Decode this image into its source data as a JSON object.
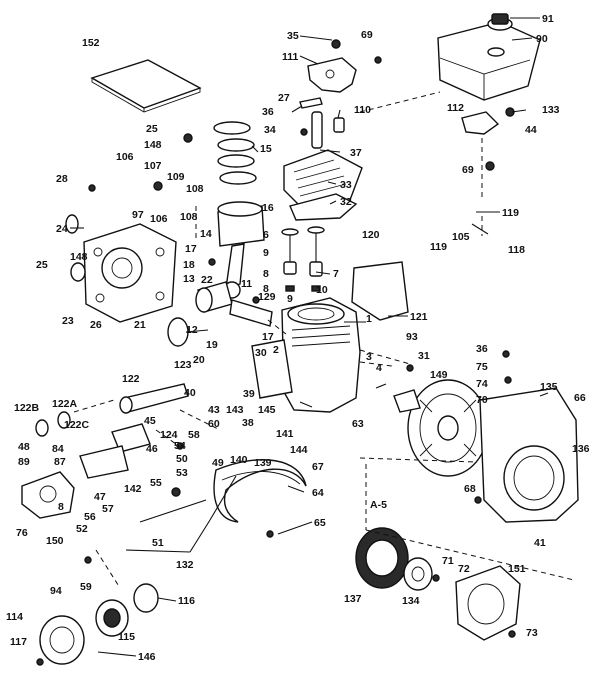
{
  "labels": [
    {
      "id": "l152",
      "text": "152"
    },
    {
      "id": "l35",
      "text": "35"
    },
    {
      "id": "l69a",
      "text": "69"
    },
    {
      "id": "l111",
      "text": "111"
    },
    {
      "id": "l91",
      "text": "91"
    },
    {
      "id": "l90",
      "text": "90"
    },
    {
      "id": "l27",
      "text": "27"
    },
    {
      "id": "l36a",
      "text": "36"
    },
    {
      "id": "l110",
      "text": "110"
    },
    {
      "id": "l112",
      "text": "112"
    },
    {
      "id": "l133",
      "text": "133"
    },
    {
      "id": "l44",
      "text": "44"
    },
    {
      "id": "l34",
      "text": "34"
    },
    {
      "id": "l37",
      "text": "37"
    },
    {
      "id": "l25a",
      "text": "25"
    },
    {
      "id": "l148a",
      "text": "148"
    },
    {
      "id": "l15",
      "text": "15"
    },
    {
      "id": "l69b",
      "text": "69"
    },
    {
      "id": "l106a",
      "text": "106"
    },
    {
      "id": "l107",
      "text": "107"
    },
    {
      "id": "l109",
      "text": "109"
    },
    {
      "id": "l108a",
      "text": "108"
    },
    {
      "id": "l33",
      "text": "33"
    },
    {
      "id": "l32",
      "text": "32"
    },
    {
      "id": "l28",
      "text": "28"
    },
    {
      "id": "l97",
      "text": "97"
    },
    {
      "id": "l106b",
      "text": "106"
    },
    {
      "id": "l108b",
      "text": "108"
    },
    {
      "id": "l119a",
      "text": "119"
    },
    {
      "id": "l16",
      "text": "16"
    },
    {
      "id": "l24",
      "text": "24"
    },
    {
      "id": "l14",
      "text": "14"
    },
    {
      "id": "l6",
      "text": "6"
    },
    {
      "id": "l120",
      "text": "120"
    },
    {
      "id": "l105",
      "text": "105"
    },
    {
      "id": "l17a",
      "text": "17"
    },
    {
      "id": "l119b",
      "text": "119"
    },
    {
      "id": "l118",
      "text": "118"
    },
    {
      "id": "l18",
      "text": "18"
    },
    {
      "id": "l9a",
      "text": "9"
    },
    {
      "id": "l148b",
      "text": "148"
    },
    {
      "id": "l13",
      "text": "13"
    },
    {
      "id": "l8a",
      "text": "8"
    },
    {
      "id": "l25b",
      "text": "25"
    },
    {
      "id": "l22",
      "text": "22"
    },
    {
      "id": "l7a",
      "text": "7"
    },
    {
      "id": "l11",
      "text": "11"
    },
    {
      "id": "l8b",
      "text": "8"
    },
    {
      "id": "l129",
      "text": "129"
    },
    {
      "id": "l9b",
      "text": "9"
    },
    {
      "id": "l23",
      "text": "23"
    },
    {
      "id": "l26",
      "text": "26"
    },
    {
      "id": "l10",
      "text": "10"
    },
    {
      "id": "l121",
      "text": "121"
    },
    {
      "id": "l21",
      "text": "21"
    },
    {
      "id": "l12",
      "text": "12"
    },
    {
      "id": "l1",
      "text": "1"
    },
    {
      "id": "l17b",
      "text": "17"
    },
    {
      "id": "l93",
      "text": "93"
    },
    {
      "id": "l19",
      "text": "19"
    },
    {
      "id": "l30",
      "text": "30"
    },
    {
      "id": "l2",
      "text": "2"
    },
    {
      "id": "l20",
      "text": "20"
    },
    {
      "id": "l123",
      "text": "123"
    },
    {
      "id": "l3",
      "text": "3"
    },
    {
      "id": "l31",
      "text": "31"
    },
    {
      "id": "l36b",
      "text": "36"
    },
    {
      "id": "l4",
      "text": "4"
    },
    {
      "id": "l122",
      "text": "122"
    },
    {
      "id": "l149",
      "text": "149"
    },
    {
      "id": "l75",
      "text": "75"
    },
    {
      "id": "l40",
      "text": "40"
    },
    {
      "id": "l39",
      "text": "39"
    },
    {
      "id": "l74",
      "text": "74"
    },
    {
      "id": "l135",
      "text": "135"
    },
    {
      "id": "l122B",
      "text": "122B"
    },
    {
      "id": "l122A",
      "text": "122A"
    },
    {
      "id": "l43",
      "text": "43"
    },
    {
      "id": "l143",
      "text": "143"
    },
    {
      "id": "l70",
      "text": "70"
    },
    {
      "id": "l66",
      "text": "66"
    },
    {
      "id": "l45",
      "text": "45"
    },
    {
      "id": "l38",
      "text": "38"
    },
    {
      "id": "l145",
      "text": "145"
    },
    {
      "id": "l63",
      "text": "63"
    },
    {
      "id": "l122C",
      "text": "122C"
    },
    {
      "id": "l124",
      "text": "124"
    },
    {
      "id": "l58",
      "text": "58"
    },
    {
      "id": "l60",
      "text": "60"
    },
    {
      "id": "l141",
      "text": "141"
    },
    {
      "id": "l48",
      "text": "48"
    },
    {
      "id": "l84",
      "text": "84"
    },
    {
      "id": "l46",
      "text": "46"
    },
    {
      "id": "l54",
      "text": "54"
    },
    {
      "id": "l140",
      "text": "140"
    },
    {
      "id": "l144",
      "text": "144"
    },
    {
      "id": "l136",
      "text": "136"
    },
    {
      "id": "l89",
      "text": "89"
    },
    {
      "id": "l87",
      "text": "87"
    },
    {
      "id": "l50",
      "text": "50"
    },
    {
      "id": "l53",
      "text": "53"
    },
    {
      "id": "l49",
      "text": "49"
    },
    {
      "id": "l139",
      "text": "139"
    },
    {
      "id": "l67",
      "text": "67"
    },
    {
      "id": "l55",
      "text": "55"
    },
    {
      "id": "l47",
      "text": "47"
    },
    {
      "id": "l142",
      "text": "142"
    },
    {
      "id": "l64",
      "text": "64"
    },
    {
      "id": "l68",
      "text": "68"
    },
    {
      "id": "l8c",
      "text": "8"
    },
    {
      "id": "l57",
      "text": "57"
    },
    {
      "id": "lA5",
      "text": "A-5"
    },
    {
      "id": "l56",
      "text": "56"
    },
    {
      "id": "l76",
      "text": "76"
    },
    {
      "id": "l65",
      "text": "65"
    },
    {
      "id": "l41",
      "text": "41"
    },
    {
      "id": "l150",
      "text": "150"
    },
    {
      "id": "l51",
      "text": "51"
    },
    {
      "id": "l52",
      "text": "52"
    },
    {
      "id": "l132",
      "text": "132"
    },
    {
      "id": "l71",
      "text": "71"
    },
    {
      "id": "l72",
      "text": "72"
    },
    {
      "id": "l151",
      "text": "151"
    },
    {
      "id": "l59",
      "text": "59"
    },
    {
      "id": "l94",
      "text": "94"
    },
    {
      "id": "l137",
      "text": "137"
    },
    {
      "id": "l134",
      "text": "134"
    },
    {
      "id": "l116",
      "text": "116"
    },
    {
      "id": "l114",
      "text": "114"
    },
    {
      "id": "l115",
      "text": "115"
    },
    {
      "id": "l73",
      "text": "73"
    },
    {
      "id": "l117",
      "text": "117"
    },
    {
      "id": "l146",
      "text": "146"
    }
  ]
}
